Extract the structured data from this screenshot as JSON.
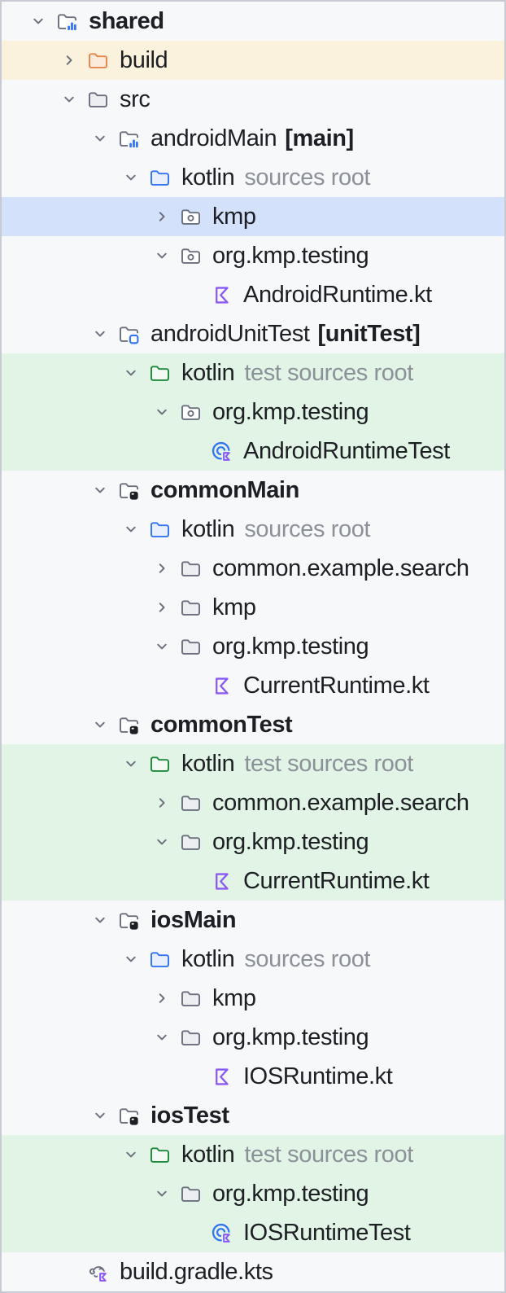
{
  "colors": {
    "bg": "#F7F8FA",
    "border": "#C8CBD3",
    "text": "#1D1F24",
    "textMuted": "#8C9199",
    "excluded": "#FAF2DC",
    "selected": "#D4E1FA",
    "testRoot": "#E2F4E6",
    "folderStroke": "#6C707E",
    "folderFill": "#EDEEF2",
    "blue": "#3574F0",
    "blueFolderFill": "#E8F0FE",
    "green": "#1F8A3C",
    "greenFolderFill": "#F2FAF3",
    "orange": "#E8854B",
    "orangeFolderFill": "#FAEBDD",
    "purple": "#8A5AF2",
    "black": "#1D1F24"
  },
  "tree": {
    "rows": [
      {
        "label": "shared",
        "level": 0,
        "chevron": "down",
        "icon": "module-folder-chart-icon",
        "bold": true,
        "bg": "default"
      },
      {
        "label": "build",
        "level": 1,
        "chevron": "right",
        "icon": "excluded-folder-icon",
        "bold": false,
        "bg": "excluded"
      },
      {
        "label": "src",
        "level": 1,
        "chevron": "down",
        "icon": "folder-icon",
        "bold": false,
        "bg": "default"
      },
      {
        "label": "androidMain",
        "level": 2,
        "chevron": "down",
        "icon": "module-folder-chart-icon",
        "bold": false,
        "bg": "default",
        "suffix": "[main]"
      },
      {
        "label": "kotlin",
        "level": 3,
        "chevron": "down",
        "icon": "sources-root-folder-icon",
        "bold": false,
        "bg": "default",
        "annotation": "sources root"
      },
      {
        "label": "kmp",
        "level": 4,
        "chevron": "right",
        "icon": "package-icon",
        "bold": false,
        "bg": "selected"
      },
      {
        "label": "org.kmp.testing",
        "level": 4,
        "chevron": "down",
        "icon": "package-icon",
        "bold": false,
        "bg": "default"
      },
      {
        "label": "AndroidRuntime.kt",
        "level": 5,
        "chevron": "none",
        "icon": "kotlin-file-icon",
        "bold": false,
        "bg": "default"
      },
      {
        "label": "androidUnitTest",
        "level": 2,
        "chevron": "down",
        "icon": "module-folder-square-icon",
        "bold": false,
        "bg": "default",
        "suffix": "[unitTest]"
      },
      {
        "label": "kotlin",
        "level": 3,
        "chevron": "down",
        "icon": "test-sources-root-folder-icon",
        "bold": false,
        "bg": "test",
        "annotation": "test sources root"
      },
      {
        "label": "org.kmp.testing",
        "level": 4,
        "chevron": "down",
        "icon": "package-icon",
        "bold": false,
        "bg": "test"
      },
      {
        "label": "AndroidRuntimeTest",
        "level": 5,
        "chevron": "none",
        "icon": "kotlin-test-class-icon",
        "bold": false,
        "bg": "test"
      },
      {
        "label": "commonMain",
        "level": 2,
        "chevron": "down",
        "icon": "module-folder-dark-icon",
        "bold": true,
        "bg": "default"
      },
      {
        "label": "kotlin",
        "level": 3,
        "chevron": "down",
        "icon": "sources-root-folder-icon",
        "bold": false,
        "bg": "default",
        "annotation": "sources root"
      },
      {
        "label": "common.example.search",
        "level": 4,
        "chevron": "right",
        "icon": "folder-icon",
        "bold": false,
        "bg": "default"
      },
      {
        "label": "kmp",
        "level": 4,
        "chevron": "right",
        "icon": "folder-icon",
        "bold": false,
        "bg": "default"
      },
      {
        "label": "org.kmp.testing",
        "level": 4,
        "chevron": "down",
        "icon": "folder-icon",
        "bold": false,
        "bg": "default"
      },
      {
        "label": "CurrentRuntime.kt",
        "level": 5,
        "chevron": "none",
        "icon": "kotlin-file-icon",
        "bold": false,
        "bg": "default"
      },
      {
        "label": "commonTest",
        "level": 2,
        "chevron": "down",
        "icon": "module-folder-dark-icon",
        "bold": true,
        "bg": "default"
      },
      {
        "label": "kotlin",
        "level": 3,
        "chevron": "down",
        "icon": "test-sources-root-folder-icon",
        "bold": false,
        "bg": "test",
        "annotation": "test sources root"
      },
      {
        "label": "common.example.search",
        "level": 4,
        "chevron": "right",
        "icon": "folder-icon",
        "bold": false,
        "bg": "test"
      },
      {
        "label": "org.kmp.testing",
        "level": 4,
        "chevron": "down",
        "icon": "folder-icon",
        "bold": false,
        "bg": "test"
      },
      {
        "label": "CurrentRuntime.kt",
        "level": 5,
        "chevron": "none",
        "icon": "kotlin-file-icon",
        "bold": false,
        "bg": "test"
      },
      {
        "label": "iosMain",
        "level": 2,
        "chevron": "down",
        "icon": "module-folder-dark-icon",
        "bold": true,
        "bg": "default"
      },
      {
        "label": "kotlin",
        "level": 3,
        "chevron": "down",
        "icon": "sources-root-folder-icon",
        "bold": false,
        "bg": "default",
        "annotation": "sources root"
      },
      {
        "label": "kmp",
        "level": 4,
        "chevron": "right",
        "icon": "folder-icon",
        "bold": false,
        "bg": "default"
      },
      {
        "label": "org.kmp.testing",
        "level": 4,
        "chevron": "down",
        "icon": "folder-icon",
        "bold": false,
        "bg": "default"
      },
      {
        "label": "IOSRuntime.kt",
        "level": 5,
        "chevron": "none",
        "icon": "kotlin-file-icon",
        "bold": false,
        "bg": "default"
      },
      {
        "label": "iosTest",
        "level": 2,
        "chevron": "down",
        "icon": "module-folder-dark-icon",
        "bold": true,
        "bg": "default"
      },
      {
        "label": "kotlin",
        "level": 3,
        "chevron": "down",
        "icon": "test-sources-root-folder-icon",
        "bold": false,
        "bg": "test",
        "annotation": "test sources root"
      },
      {
        "label": "org.kmp.testing",
        "level": 4,
        "chevron": "down",
        "icon": "folder-icon",
        "bold": false,
        "bg": "test"
      },
      {
        "label": "IOSRuntimeTest",
        "level": 5,
        "chevron": "none",
        "icon": "kotlin-test-class-icon",
        "bold": false,
        "bg": "test"
      },
      {
        "label": "build.gradle.kts",
        "level": 1,
        "chevron": "none",
        "icon": "gradle-kts-file-icon",
        "bold": false,
        "bg": "default"
      }
    ]
  }
}
